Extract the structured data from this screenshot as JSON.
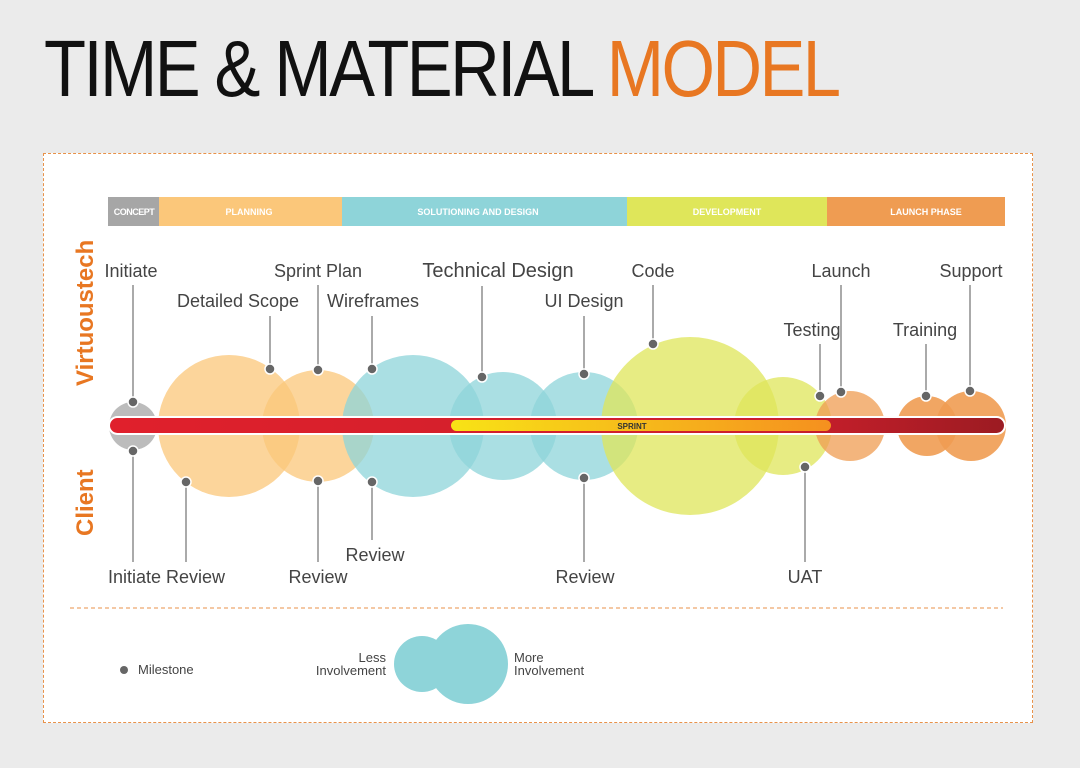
{
  "title": {
    "main": "TIME & MATERIAL",
    "accent": "MODEL"
  },
  "colors": {
    "accent": "#e87722",
    "concept": "#a6a6a6",
    "planning": "#fbc77a",
    "solutioning": "#8ed4d9",
    "development": "#dfe65a",
    "launch": "#ef9c52",
    "timeline": "#d9232d",
    "sprint": "#f5d800"
  },
  "phases": [
    {
      "name": "CONCEPT",
      "color": "#a6a6a6"
    },
    {
      "name": "PLANNING",
      "color": "#fbc77a"
    },
    {
      "name": "SOLUTIONING AND DESIGN",
      "color": "#8ed4d9"
    },
    {
      "name": "DEVELOPMENT",
      "color": "#dfe65a"
    },
    {
      "name": "LAUNCH PHASE",
      "color": "#ef9c52"
    }
  ],
  "lanes": {
    "top": "Virtuoustech",
    "bottom": "Client"
  },
  "sprint_label": "SPRINT",
  "virtuoustech_milestones": [
    "Initiate",
    "Detailed Scope",
    "Sprint Plan",
    "Wireframes",
    "Technical Design",
    "UI Design",
    "Code",
    "Testing",
    "Launch",
    "Training",
    "Support"
  ],
  "client_milestones": [
    "Initiate Review",
    "Review",
    "Review",
    "Review",
    "UAT"
  ],
  "legend": {
    "milestone": "Milestone",
    "less_line1": "Less",
    "less_line2": "Involvement",
    "more_line1": "More",
    "more_line2": "Involvement"
  }
}
